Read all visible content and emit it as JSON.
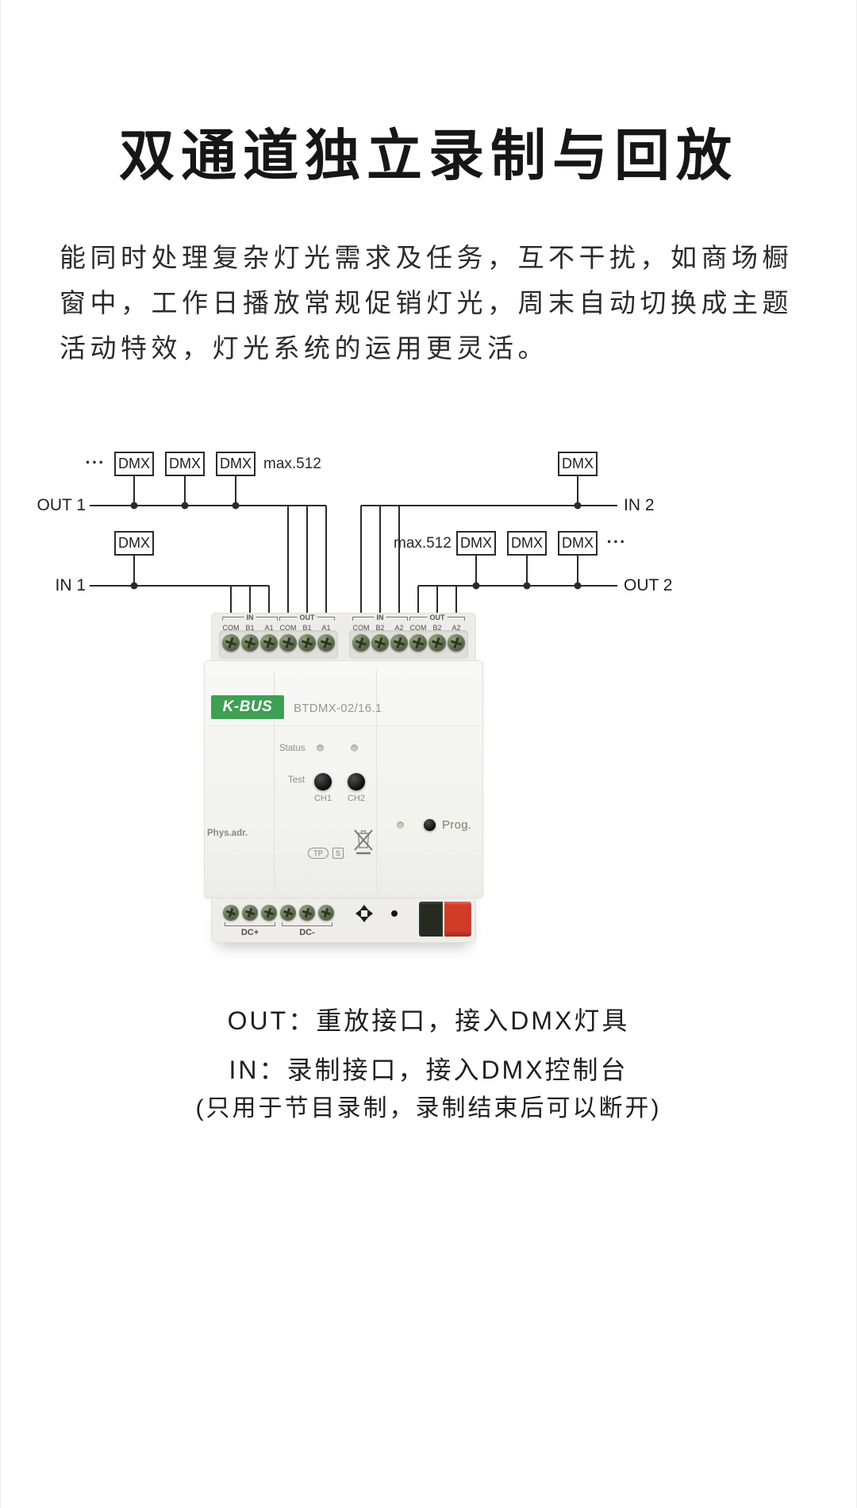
{
  "colors": {
    "kbus_green": "#3f9f53",
    "knx_red": "#d23b28",
    "line": "#2a2a2a"
  },
  "title": "双通道独立录制与回放",
  "intro": "能同时处理复杂灯光需求及任务，互不干扰，如商场橱窗中，工作日播放常规促销灯光，周末自动切换成主题活动特效，灯光系统的运用更灵活。",
  "diagram": {
    "dmx": "DMX",
    "max512": "max.512",
    "ellipsis": "···",
    "out1": "OUT 1",
    "in1": "IN 1",
    "in2": "IN 2",
    "out2": "OUT 2"
  },
  "device": {
    "brand": "K-BUS",
    "model": "BTDMX-02/16.1",
    "status": "Status",
    "test": "Test",
    "ch1": "CH1",
    "ch2": "CH2",
    "prog": "Prog.",
    "phys_adr": "Phys.adr.",
    "tp": "TP",
    "s": "S",
    "top_terminals": {
      "left_in": "IN",
      "left_out": "OUT",
      "right_in": "IN",
      "right_out": "OUT",
      "left_labels": [
        "COM",
        "B1",
        "A1",
        "COM",
        "B1",
        "A1"
      ],
      "right_labels": [
        "COM",
        "B2",
        "A2",
        "COM",
        "B2",
        "A2"
      ]
    },
    "bottom_terminals": {
      "dc_plus": "DC+",
      "dc_minus": "DC-"
    }
  },
  "notes": {
    "out_note": "OUT：重放接口，接入DMX灯具",
    "in_note": "IN：录制接口，接入DMX控制台",
    "record_note": "(只用于节目录制，录制结束后可以断开)"
  }
}
